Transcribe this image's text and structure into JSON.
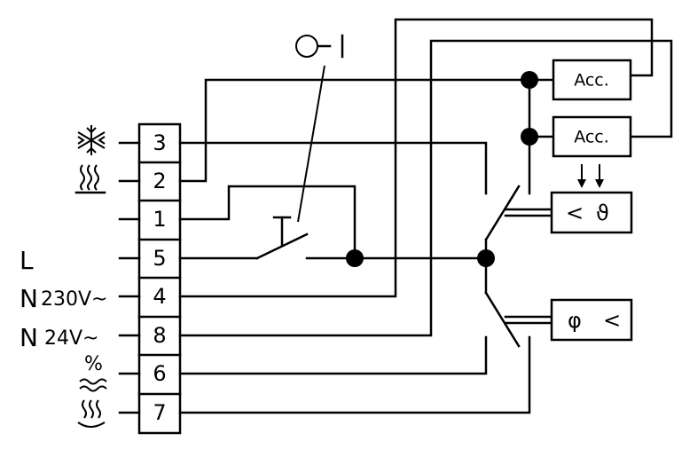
{
  "terminals": [
    {
      "number": "3",
      "icon": "snowflake-icon"
    },
    {
      "number": "2",
      "icon": "heating-icon"
    },
    {
      "number": "1",
      "icon": ""
    },
    {
      "number": "5",
      "icon": ""
    },
    {
      "number": "4",
      "icon": ""
    },
    {
      "number": "8",
      "icon": ""
    },
    {
      "number": "6",
      "icon": "humidity-icon"
    },
    {
      "number": "7",
      "icon": "floor-heating-icon"
    }
  ],
  "labels": {
    "line": "L",
    "neutral_230_letter": "N",
    "neutral_230_voltage": "230V~",
    "neutral_24_letter": "N",
    "neutral_24_voltage": "24V~",
    "percent": "%"
  },
  "switch_label": "O–I",
  "accessories": {
    "top": "Acc.",
    "bottom": "Acc."
  },
  "sensors": {
    "temperature_left": "<",
    "temperature_symbol": "ϑ",
    "humidity_symbol": "φ",
    "humidity_right": "<"
  }
}
